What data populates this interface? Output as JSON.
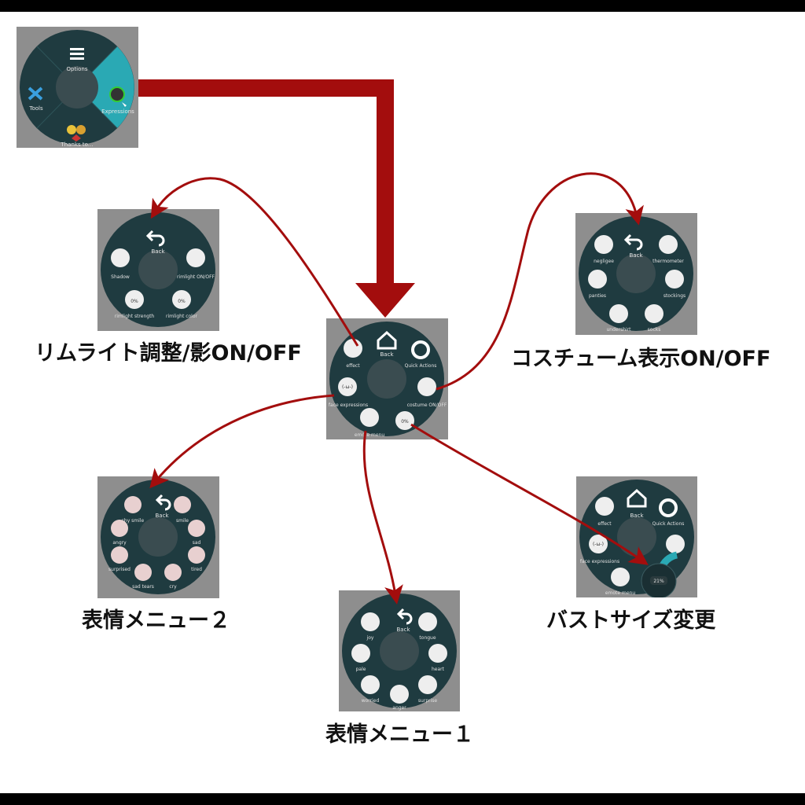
{
  "colors": {
    "arrow": "#a30d0d",
    "menu_bg": "#1e3a3f",
    "panel_bg": "#8e8e8e",
    "highlight": "#2aa9b4"
  },
  "captions": {
    "rimlight": "リムライト調整/影ON/OFF",
    "costume": "コスチューム表示ON/OFF",
    "expr2": "表情メニュー２",
    "expr1": "表情メニュー１",
    "bust": "バストサイズ変更"
  },
  "top_menu": {
    "options": "Options",
    "tools": "Tools",
    "expressions": "Expressions",
    "thanks": "Thanks to..."
  },
  "center_menu": {
    "back": "Back",
    "effect": "effect",
    "quick": "Quick Actions",
    "kao": "(-ω-)",
    "kao_label": "face expressions",
    "hair": "costume ON/OFF",
    "emote": "emote menu",
    "bust_pct": "0%"
  },
  "rim_menu": {
    "back": "Back",
    "shadow": "Shadow",
    "rim": "rimlight ON/OFF",
    "pct_left": "0%",
    "pct_right": "0%",
    "rim_strength": "rimlight strength",
    "rim_color": "rimlight color"
  },
  "costume_menu": {
    "back": "Back",
    "i1": "negligee",
    "i2": "thermometer",
    "i3": "panties",
    "i4": "stockings",
    "i5": "undershirt",
    "i6": "socks"
  },
  "expr2_menu": {
    "back": "Back",
    "i1": "shy smile",
    "i2": "smile",
    "i3": "angry",
    "i4": "sad",
    "i5": "surprised",
    "i6": "tired",
    "i7": "sad tears",
    "i8": "cry"
  },
  "expr1_menu": {
    "back": "Back",
    "i1": "joy",
    "i2": "tongue",
    "i3": "heart",
    "i4": "pale",
    "i5": "worried",
    "i6": "surprise",
    "i7": "anger"
  },
  "bust_menu": {
    "back": "Back",
    "effect": "effect",
    "quick": "Quick Actions",
    "kao": "(-ω-)",
    "kao_label": "face expressions",
    "emote": "emote menu",
    "pct": "21%"
  }
}
